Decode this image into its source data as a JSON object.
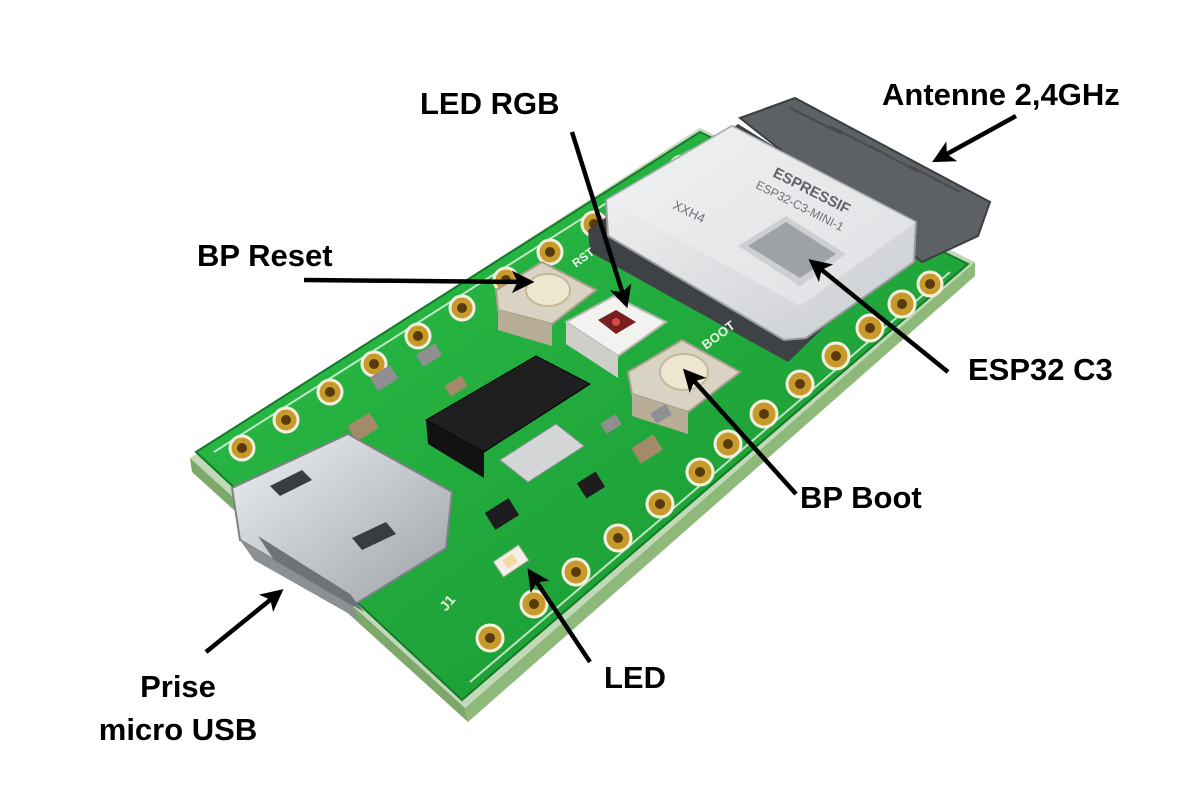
{
  "labels": {
    "antenna": "Antenne 2,4GHz",
    "led_rgb": "LED RGB",
    "bp_reset": "BP Reset",
    "esp32": "ESP32 C3",
    "bp_boot": "BP Boot",
    "led": "LED",
    "usb_line1": "Prise",
    "usb_line2": "micro USB"
  },
  "module_text": {
    "brand": "ESPRESSIF",
    "model": "ESP32-C3-MINI-1",
    "code": "XXH4"
  },
  "silkscreen": {
    "boot": "BOOT",
    "reset": "RST",
    "usb_ref": "J1"
  },
  "colors": {
    "pcb": "#1fa83a",
    "pcb_dark": "#157a28",
    "pad_gold": "#c79a2c",
    "shield": "#e4e6e8",
    "antenna": "#5d6166",
    "arrow": "#000000"
  }
}
